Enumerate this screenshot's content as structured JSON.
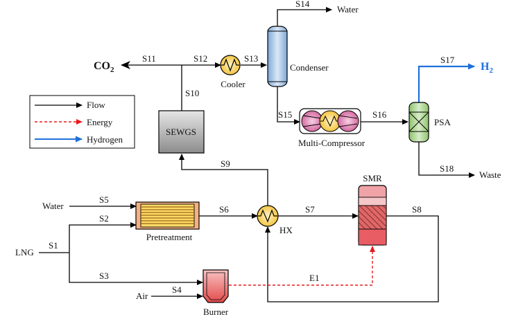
{
  "streams": {
    "s1": "S1",
    "s2": "S2",
    "s3": "S3",
    "s4": "S4",
    "s5": "S5",
    "s6": "S6",
    "s7": "S7",
    "s8": "S8",
    "s9": "S9",
    "s10": "S10",
    "s11": "S11",
    "s12": "S12",
    "s13": "S13",
    "s14": "S14",
    "s15": "S15",
    "s16": "S16",
    "s17": "S17",
    "s18": "S18",
    "e1": "E1"
  },
  "inputs": {
    "lng": "LNG",
    "water": "Water",
    "air": "Air"
  },
  "outputs": {
    "co2_main": "CO",
    "co2_sub": "2",
    "h2_main": "H",
    "h2_sub": "2",
    "water": "Water",
    "waste": "Waste"
  },
  "units": {
    "sewgs": "SEWGS",
    "cooler": "Cooler",
    "condenser": "Condenser",
    "multi_compressor": "Multi-Compressor",
    "psa": "PSA",
    "smr": "SMR",
    "hx": "HX",
    "pretreatment": "Pretreatment",
    "burner": "Burner"
  },
  "legend": {
    "flow": "Flow",
    "energy": "Energy",
    "hydrogen": "Hydrogen"
  },
  "colors": {
    "flow": "#000000",
    "energy": "#e8191b",
    "hydrogen": "#1e6fdc",
    "sewgs_fill": "#bfbfbf",
    "condenser_fill": "#9dc3e6",
    "compressor_fill": "#e48ab8",
    "exchanger_fill": "#ffd966",
    "psa_fill": "#a9d18e",
    "smr_fill": "#ee8a8f",
    "pretreatment_fill": "#f4b183",
    "burner_fill": "#f08080"
  }
}
